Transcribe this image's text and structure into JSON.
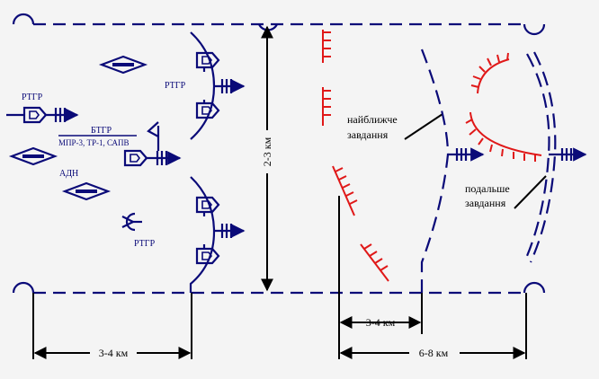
{
  "colors": {
    "own": "#0a0a78",
    "enemy": "#e01818",
    "dim": "#000000",
    "background": "#f4f4f4"
  },
  "labels": {
    "rtgr_left": "РТГР",
    "rtgr_top": "РТГР",
    "rtgr_bottom": "РТГР",
    "btgr": "БТГР",
    "btgr_support": "МПР-3, ТР-1, САПВ",
    "adn": "АДН",
    "nearest_task_line1": "найближче",
    "nearest_task_line2": "завдання",
    "further_task_line1": "подальше",
    "further_task_line2": "завдання"
  },
  "dimensions": {
    "width": "2-3 км",
    "depth_left": "3-4 км",
    "depth_nearest": "3-4 км",
    "depth_further": "6-8 км"
  },
  "icons": [
    "diamond-unit-icon",
    "flag-tank-icon",
    "antenna-icon",
    "arrow-icon",
    "enemy-defense-line-icon"
  ]
}
